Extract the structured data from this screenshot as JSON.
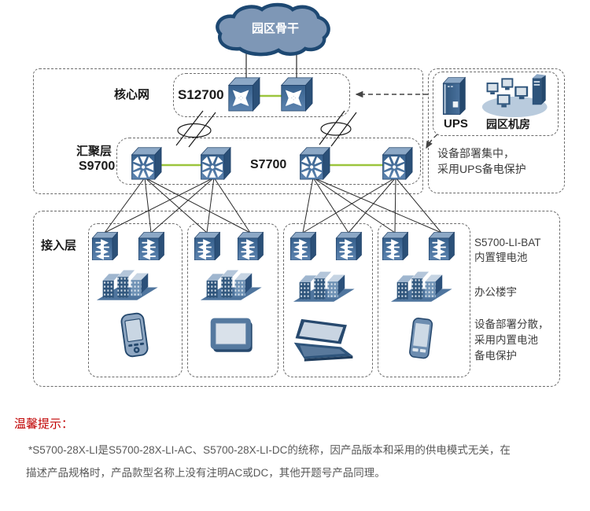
{
  "cloud": {
    "label": "园区骨干"
  },
  "core": {
    "layer_label": "核心网",
    "device": "S12700"
  },
  "aggregation": {
    "layer_label": "汇聚层",
    "left_device": "S9700",
    "right_device": "S7700"
  },
  "access": {
    "layer_label": "接入层"
  },
  "room": {
    "ups": "UPS",
    "name": "园区机房"
  },
  "annotations": {
    "central": [
      "设备部署集中，",
      "采用UPS备电保护"
    ],
    "battery": [
      "S5700-LI-BAT",
      "内置锂电池"
    ],
    "building": "办公楼宇",
    "dispersed": [
      "设备部署分散，",
      "采用内置电池",
      "备电保护"
    ]
  },
  "notice": {
    "title": "温馨提示：",
    "lines": [
      "*S5700-28X-LI是S5700-28X-LI-AC、S5700-28X-LI-DC的统称，因产品版本和采用的供电模式无关，在",
      "描述产品规格时，产品款型名称上没有注明AC或DC，其他开题号产品同理。"
    ]
  },
  "colors": {
    "link_green": "#9bc53d",
    "switch_blue": "#3a608c",
    "notice_red": "#c00000",
    "cloud_fill": "#7e97b6",
    "cloud_border": "#1d4872",
    "box_dash": "#6b6b6b"
  },
  "icons": {
    "cloud": "campus-backbone-cloud",
    "core_switch": "cube-with-outward-arrows",
    "agg_switch": "cube-with-converging-arrows",
    "access_switch": "cube-with-double-arrows",
    "trunk": "eth-trunk-ellipse-slashes",
    "ups": "ups-tower",
    "room": "computer-room-platform",
    "building": "office-buildings",
    "devices": [
      "pda",
      "tablet",
      "laptop",
      "mobile-phone"
    ]
  }
}
